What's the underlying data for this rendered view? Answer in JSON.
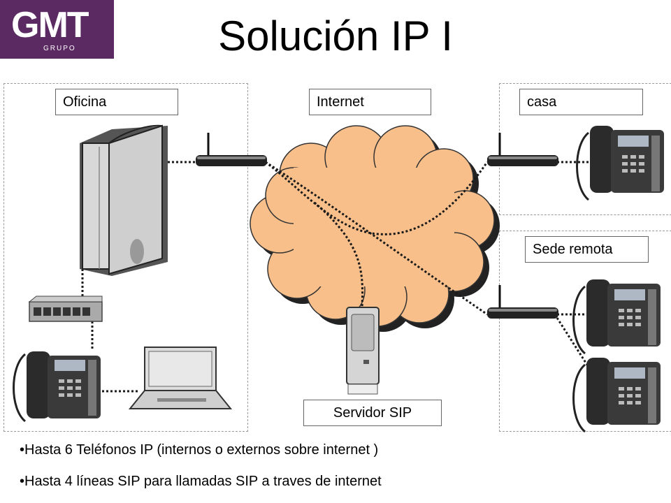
{
  "logo": {
    "text": "GMT",
    "subtitle": "GRUPO"
  },
  "title": "Solución IP I",
  "labels": {
    "oficina": "Oficina",
    "internet": "Internet",
    "casa": "casa",
    "sede": "Sede remota",
    "servidor": "Servidor SIP"
  },
  "bullets": [
    "•Hasta 6 Teléfonos IP (internos o externos sobre internet )",
    "•Hasta 4 líneas SIP para llamadas SIP a traves de internet"
  ],
  "colors": {
    "logo_bg": "#5b2a62",
    "cloud": "#f8bf8a",
    "cloud_shadow": "#222222"
  }
}
